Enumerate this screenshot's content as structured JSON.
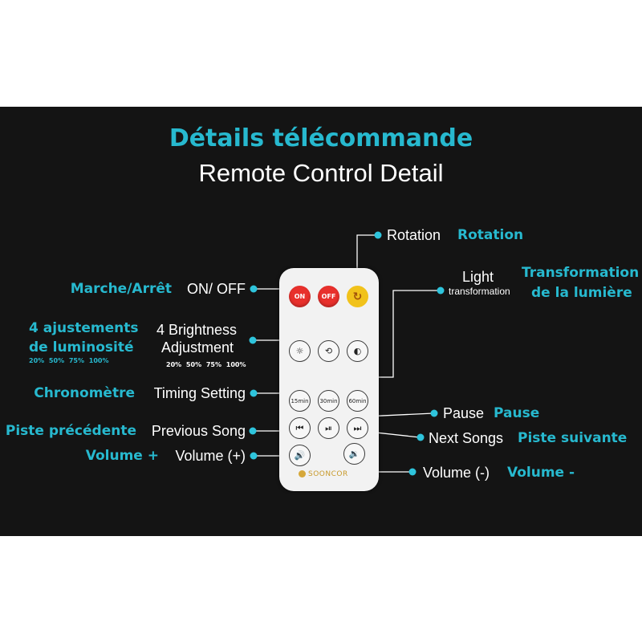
{
  "title_fr": "Détails télécommande",
  "title_en": "Remote Control Detail",
  "rotation": {
    "en": "Rotation",
    "fr": "Rotation"
  },
  "light": {
    "en_line1": "Light",
    "en_line2": "transformation",
    "fr_line1": "Transformation",
    "fr_line2": "de la lumière"
  },
  "onoff": {
    "en": "ON/ OFF",
    "fr": "Marche/Arrêt"
  },
  "brightness": {
    "en_line1": "4 Brightness",
    "en_line2": "Adjustment",
    "fr_line1": "4 ajustements",
    "fr_line2": "de luminosité",
    "levels_en": "20% 50% 75% 100%",
    "levels_fr": "20% 50% 75% 100%"
  },
  "timing": {
    "en": "Timing Setting",
    "fr": "Chronomètre"
  },
  "pause": {
    "en": "Pause",
    "fr": "Pause"
  },
  "previous": {
    "en": "Previous Song",
    "fr": "Piste précédente"
  },
  "next": {
    "en": "Next Songs",
    "fr": "Piste suivante"
  },
  "volume_up": {
    "en": "Volume (+)",
    "fr": "Volume +"
  },
  "volume_down": {
    "en": "Volume (-)",
    "fr": "Volume -"
  },
  "remote": {
    "on": "ON",
    "off": "OFF",
    "rotate_symbol": "↻",
    "bright_symbol": "☼",
    "cycle_symbol": "⟲",
    "contrast_symbol": "◐",
    "t15": "15min",
    "t30": "30min",
    "t60": "60min",
    "prev_symbol": "⏮",
    "playpause_symbol": "⏯",
    "next_symbol": "⏭",
    "volup_symbol": "🔊",
    "voldown_symbol": "🔉",
    "brand": "SOONCOR"
  },
  "colors": {
    "accent": "#27b9cf",
    "background": "#141414",
    "dot": "#2ec4dc",
    "on_off_red": "#e8302c",
    "rotation_yellow": "#f1c21b"
  }
}
